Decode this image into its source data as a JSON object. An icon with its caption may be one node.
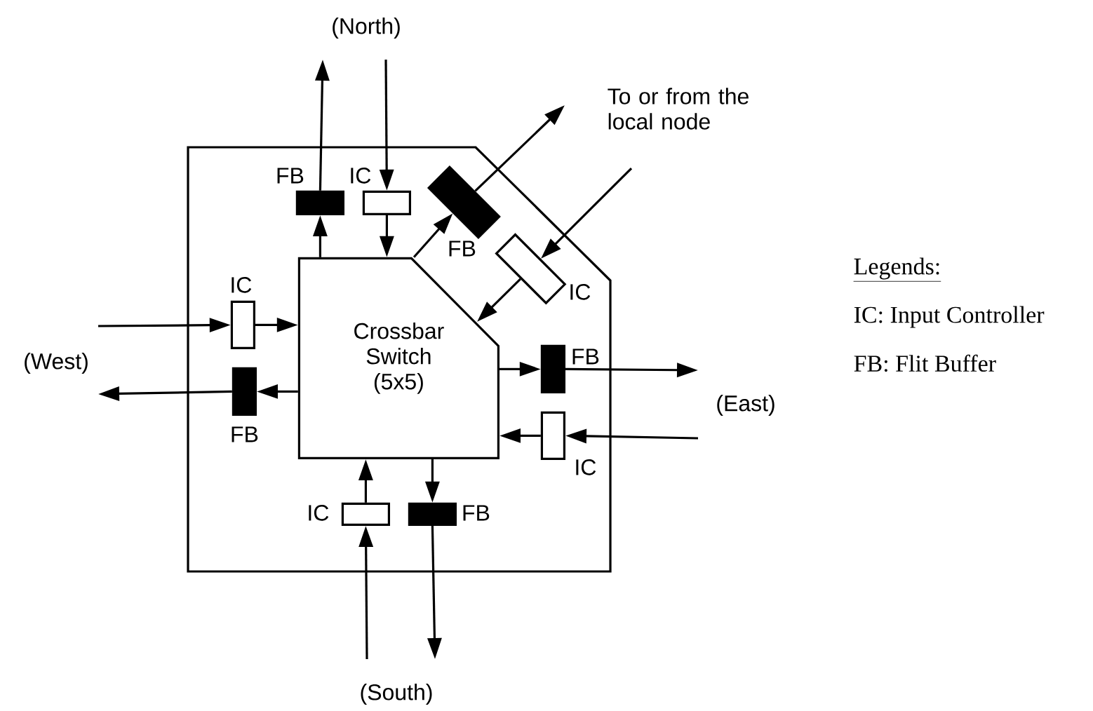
{
  "diagram": {
    "nodes": [
      {
        "text": [],
        "shape": "box"
      },
      {
        "text": [
          "Crossbar Switch (5x5)"
        ],
        "in": 0
      },
      {
        "text": [
          "FB"
        ],
        "in": 0
      },
      {
        "text": [
          "IC"
        ],
        "in": 0
      },
      {
        "text": [
          "FB"
        ],
        "in": 0
      },
      {
        "text": [
          "IC"
        ],
        "in": 0
      },
      {
        "text": [
          "IC"
        ],
        "in": 0
      },
      {
        "text": [
          "FB"
        ],
        "in": 0
      },
      {
        "text": [
          "FB"
        ],
        "in": 0
      },
      {
        "text": [
          "IC"
        ],
        "in": 0
      },
      {
        "text": [
          "IC"
        ],
        "in": 0
      },
      {
        "text": [
          "FB"
        ],
        "in": 0
      }
    ],
    "edges": [
      {
        "from": 1,
        "to": 2,
        "arrow": "to"
      },
      {
        "from": 2,
        "to": null,
        "arrow": "to"
      },
      {
        "from": null,
        "to": 3,
        "arrow": "to"
      },
      {
        "from": 3,
        "to": 1,
        "arrow": "to"
      },
      {
        "from": 1,
        "to": 4,
        "arrow": "to"
      },
      {
        "from": 4,
        "to": null,
        "arrow": "to"
      },
      {
        "from": null,
        "to": 5,
        "arrow": "to"
      },
      {
        "from": 5,
        "to": 1,
        "arrow": "to"
      },
      {
        "from": null,
        "to": 6,
        "arrow": "to"
      },
      {
        "from": 6,
        "to": 1,
        "arrow": "to"
      },
      {
        "from": 1,
        "to": 7,
        "arrow": "to"
      },
      {
        "from": 7,
        "to": null,
        "arrow": "to"
      },
      {
        "from": 1,
        "to": 8,
        "arrow": "to"
      },
      {
        "from": 8,
        "to": null,
        "arrow": "to"
      },
      {
        "from": null,
        "to": 9,
        "arrow": "to"
      },
      {
        "from": 9,
        "to": 1,
        "arrow": "to"
      },
      {
        "from": null,
        "to": 10,
        "arrow": "to"
      },
      {
        "from": 10,
        "to": 1,
        "arrow": "to"
      },
      {
        "from": 1,
        "to": 11,
        "arrow": "to"
      },
      {
        "from": 11,
        "to": null,
        "arrow": "to"
      }
    ],
    "labels": [
      "(North)",
      "To or from the local node",
      "(West)",
      "(East)",
      "(South)",
      "Legends:",
      "IC: Input Controller",
      "FB: Flit Buffer"
    ]
  }
}
